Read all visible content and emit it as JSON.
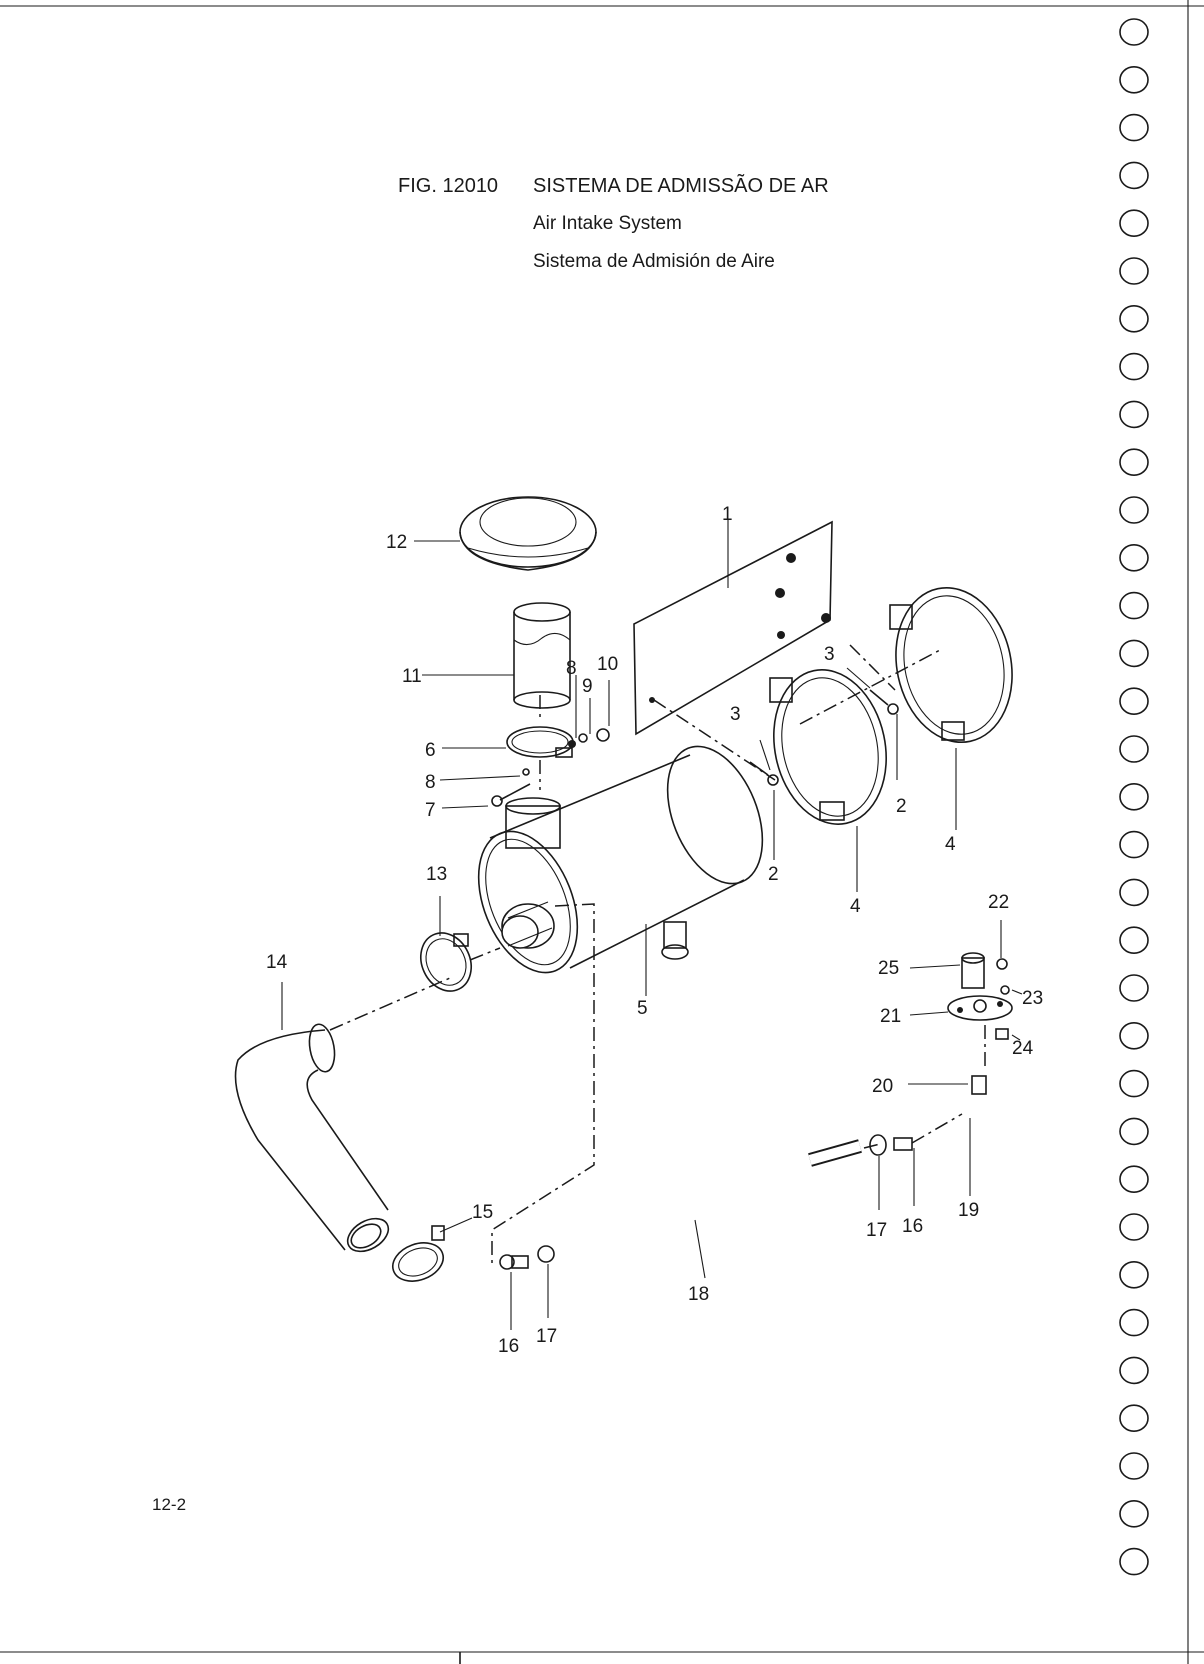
{
  "figure": {
    "label": "FIG.  12010",
    "title_pt": "SISTEMA DE ADMISSÃO DE AR",
    "title_en": "Air Intake System",
    "title_es": "Sistema de Admisión de Aire"
  },
  "page_number": "12-2",
  "callouts": [
    "1",
    "2",
    "2",
    "3",
    "3",
    "4",
    "4",
    "5",
    "6",
    "7",
    "8",
    "8",
    "9",
    "10",
    "11",
    "12",
    "13",
    "14",
    "15",
    "16",
    "16",
    "17",
    "17",
    "18",
    "19",
    "20",
    "21",
    "22",
    "23",
    "24",
    "25"
  ]
}
